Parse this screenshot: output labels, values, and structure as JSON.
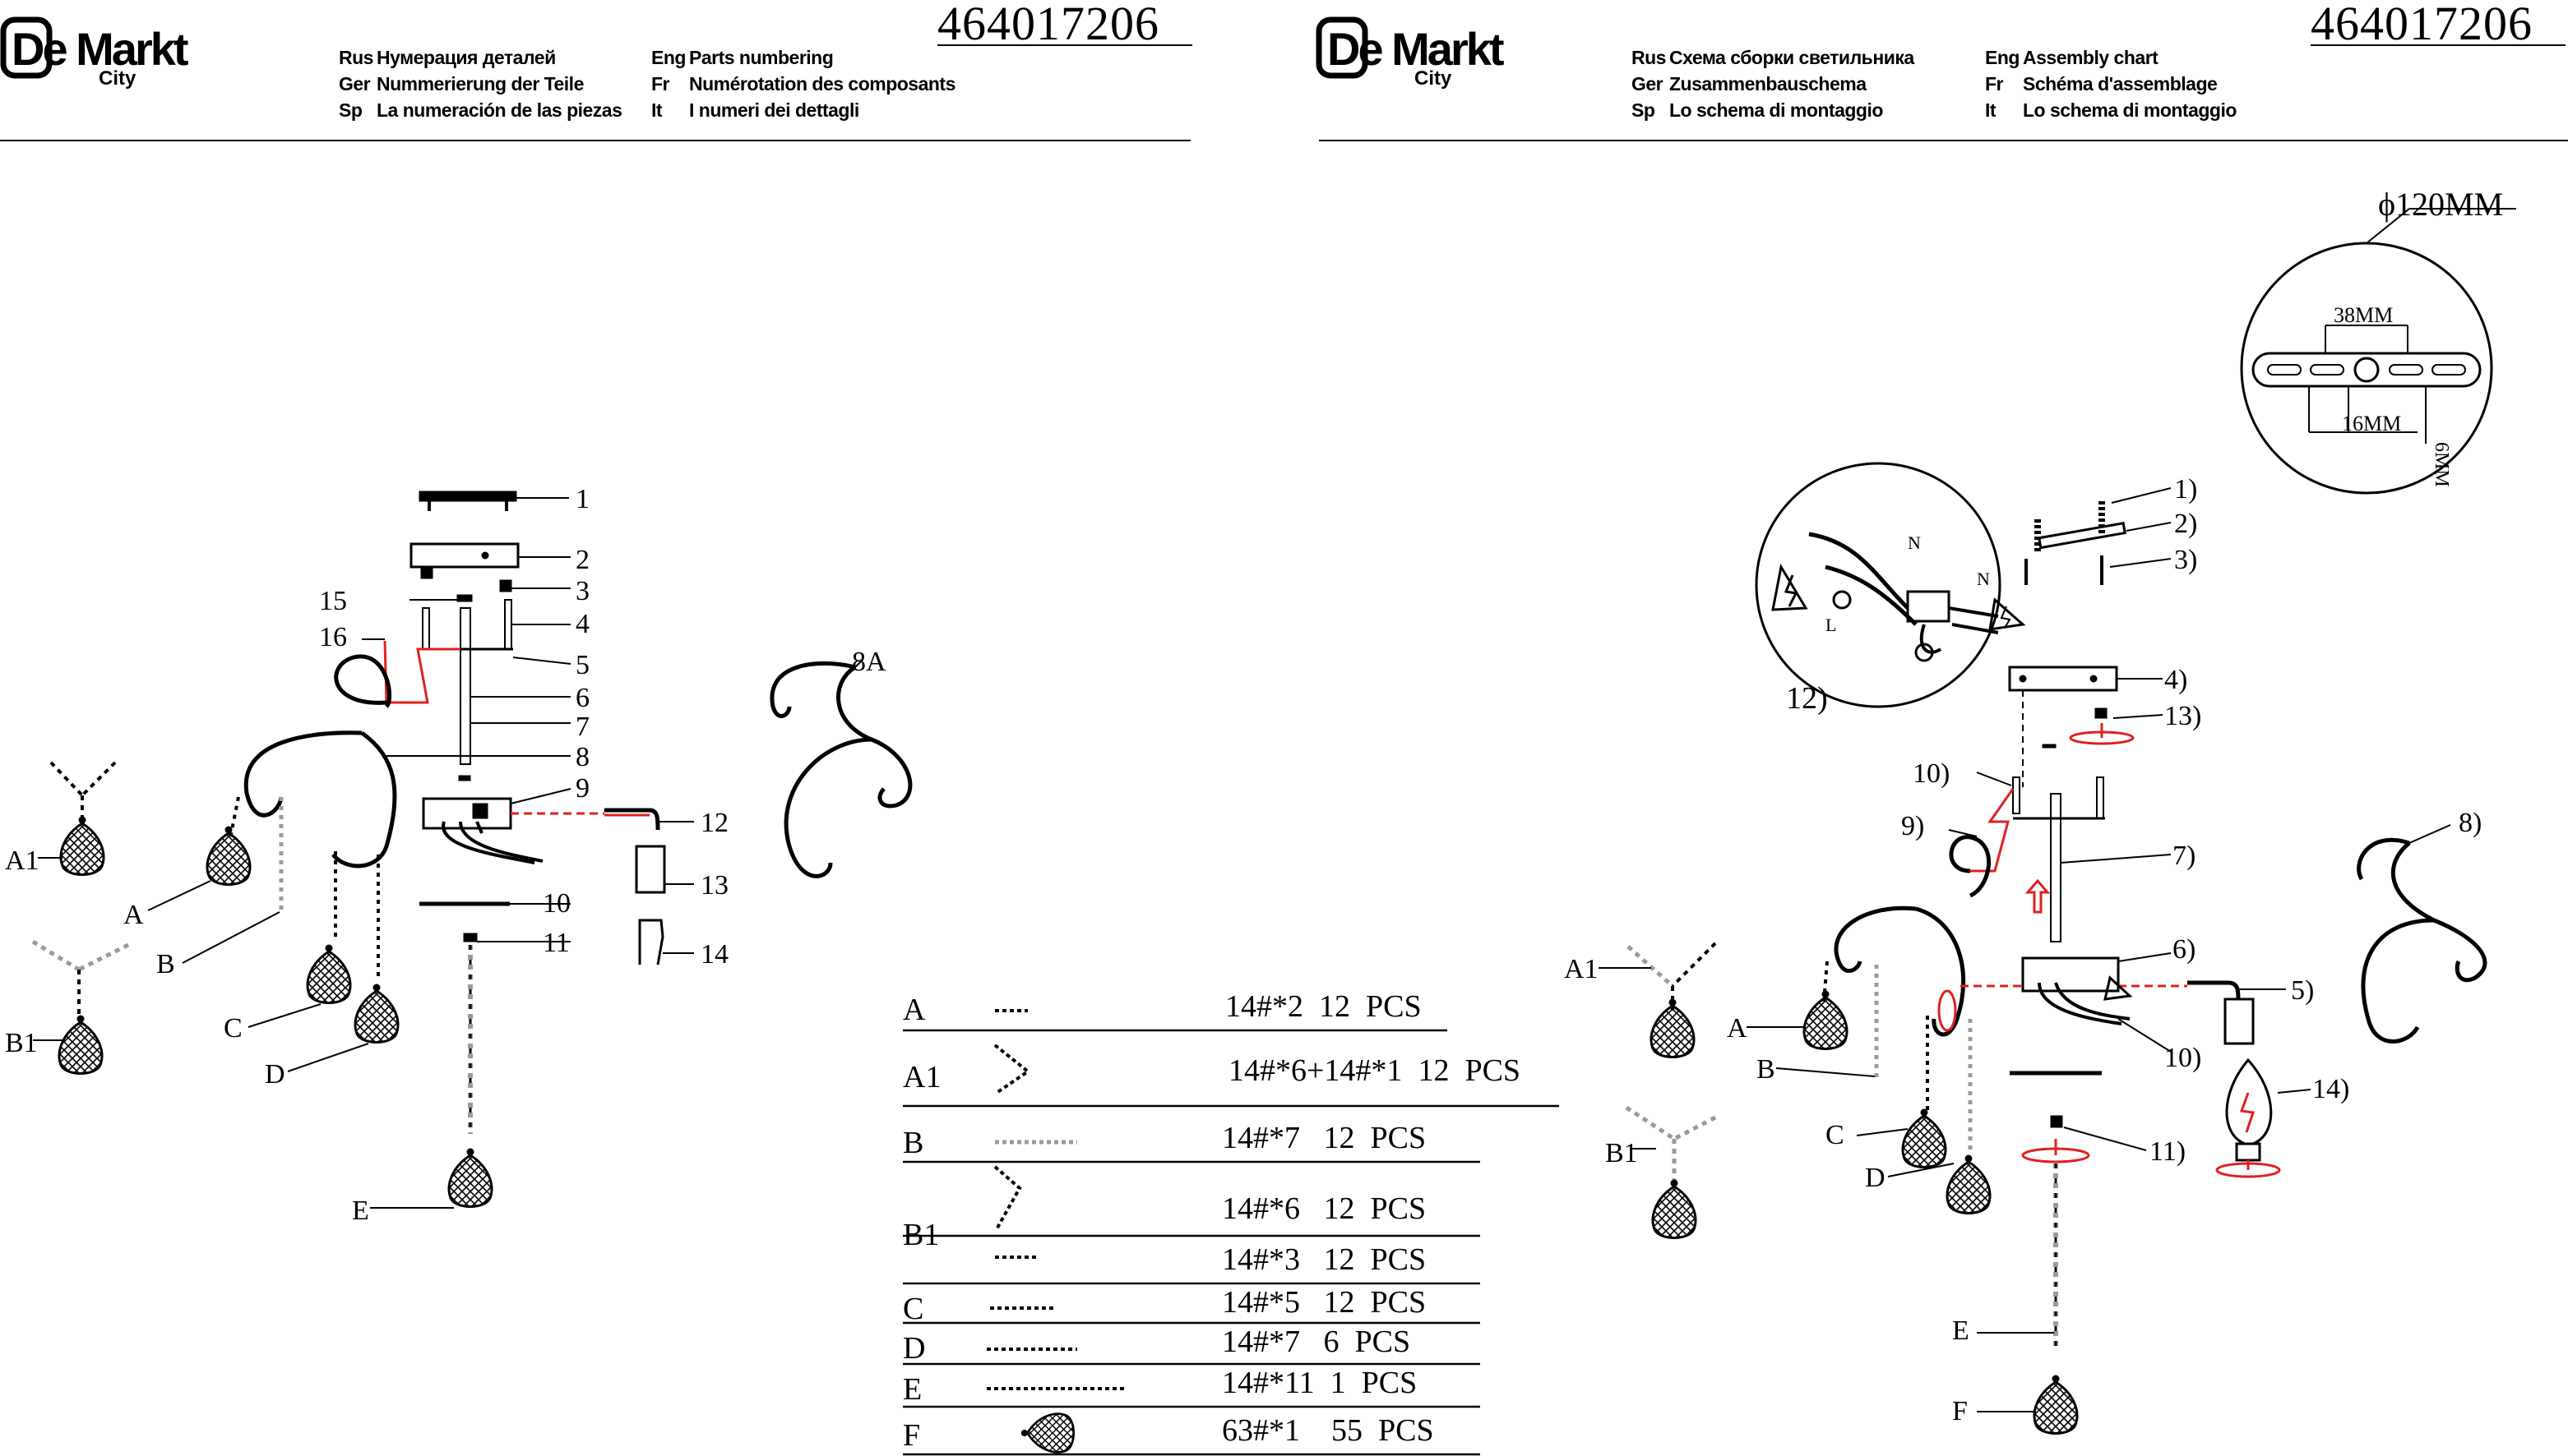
{
  "left_page": {
    "logo": {
      "main": "De Markt",
      "sub": "City"
    },
    "doc_number": "464017206",
    "header_lines": [
      {
        "lang1": "Rus",
        "text1": "Нумерация деталей",
        "lang2": "Eng",
        "text2": "Parts numbering"
      },
      {
        "lang1": "Ger",
        "text1": "Nummerierung der Teile",
        "lang2": "Fr",
        "text2": "Numérotation des composants"
      },
      {
        "lang1": "Sp",
        "text1": "La numeración de las piezas",
        "lang2": "It",
        "text2": "I numeri dei dettagli"
      }
    ],
    "part_labels": [
      "1",
      "2",
      "3",
      "15",
      "4",
      "16",
      "5",
      "6",
      "7",
      "8",
      "9",
      "12",
      "13",
      "10",
      "14",
      "11",
      "8A"
    ],
    "letter_labels": [
      "A1",
      "A",
      "B1",
      "B",
      "C",
      "D",
      "E"
    ]
  },
  "right_page": {
    "logo": {
      "main": "De Markt",
      "sub": "City"
    },
    "doc_number": "464017206",
    "header_lines": [
      {
        "lang1": "Rus",
        "text1": "Схема сборки светильника",
        "lang2": "Eng",
        "text2": "Assembly chart"
      },
      {
        "lang1": "Ger",
        "text1": "Zusammenbauschema",
        "lang2": "Fr",
        "text2": "Schéma d'assemblage"
      },
      {
        "lang1": "Sp",
        "text1": "Lo schema di montaggio",
        "lang2": "It",
        "text2": "Lo schema di montaggio"
      }
    ],
    "plate_detail": {
      "diameter": "ϕ120MM",
      "dim_38": "38MM",
      "dim_16": "16MM",
      "dim_6": "6MM"
    },
    "part_labels": [
      "1)",
      "2)",
      "3)",
      "12)",
      "4)",
      "13)",
      "10)",
      "7)",
      "9)",
      "8)",
      "6)",
      "5)",
      "10)",
      "14)",
      "11)"
    ],
    "letter_labels": [
      "A1",
      "A",
      "B",
      "B1",
      "C",
      "D",
      "E",
      "F"
    ],
    "wire_labels": [
      "N",
      "L",
      "N"
    ]
  },
  "parts_table": {
    "rows": [
      {
        "letter": "A",
        "spec": "14#*2",
        "qty": "12",
        "unit": "PCS"
      },
      {
        "letter": "A1",
        "spec": "14#*6+14#*1",
        "qty": "12",
        "unit": "PCS"
      },
      {
        "letter": "B",
        "spec": "14#*7",
        "qty": "12",
        "unit": "PCS"
      },
      {
        "letter": "B1",
        "spec": "14#*6",
        "qty": "12",
        "unit": "PCS"
      },
      {
        "letter": "",
        "spec": "14#*3",
        "qty": "12",
        "unit": "PCS"
      },
      {
        "letter": "C",
        "spec": "14#*5",
        "qty": "12",
        "unit": "PCS"
      },
      {
        "letter": "D",
        "spec": "14#*7",
        "qty": "6",
        "unit": "PCS"
      },
      {
        "letter": "E",
        "spec": "14#*11",
        "qty": "1",
        "unit": "PCS"
      },
      {
        "letter": "F",
        "spec": "63#*1",
        "qty": "55",
        "unit": "PCS"
      }
    ]
  },
  "colors": {
    "ink": "#000000",
    "wire_red": "#e02020",
    "bead_gray": "#9a9a9a"
  }
}
